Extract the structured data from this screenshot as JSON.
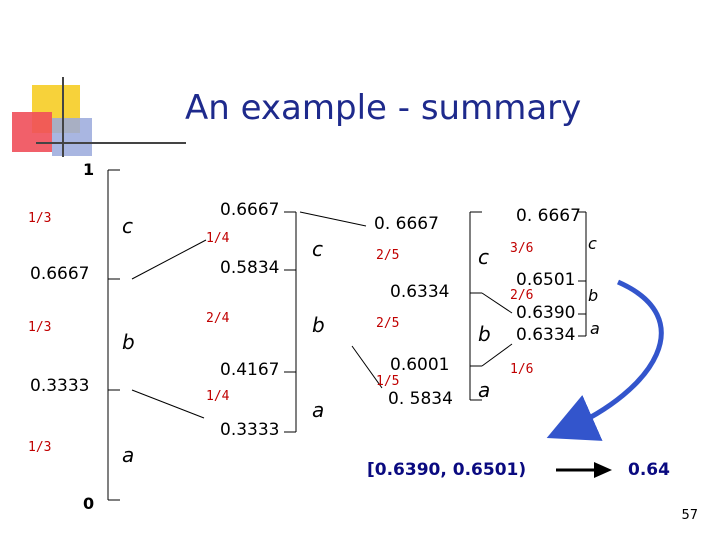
{
  "title": "An example - summary",
  "page_number": "57",
  "axis0": {
    "top": "1",
    "bottom": "0",
    "ticks": [
      "0.6667",
      "0.3333"
    ],
    "probs": [
      "1/3",
      "1/3",
      "1/3"
    ],
    "symbols": [
      "c",
      "b",
      "a"
    ]
  },
  "axis1": {
    "ticks": [
      "0.6667",
      "0.5834",
      "0.4167",
      "0.3333"
    ],
    "probs": [
      "1/4",
      "2/4",
      "1/4"
    ],
    "symbols": [
      "c",
      "b",
      "a"
    ]
  },
  "axis2": {
    "ticks": [
      "0. 6667",
      "0.6334",
      "0.6001",
      "0. 5834"
    ],
    "probs": [
      "2/5",
      "2/5",
      "1/5"
    ],
    "symbols": [
      "c",
      "b",
      "a"
    ]
  },
  "axis3": {
    "ticks": [
      "0. 6667",
      "0.6501",
      "0.6390",
      "0.6334"
    ],
    "probs": [
      "3/6",
      "2/6",
      "1/6"
    ],
    "symbols": [
      "c",
      "b",
      "a"
    ]
  },
  "result": {
    "interval": "[0.6390, 0.6501)",
    "value": "0.64"
  },
  "colors": {
    "title": "#1e2a8c",
    "fraction": "#c00000",
    "arrow": "#3355cc",
    "result_text": "#0a0a80"
  }
}
